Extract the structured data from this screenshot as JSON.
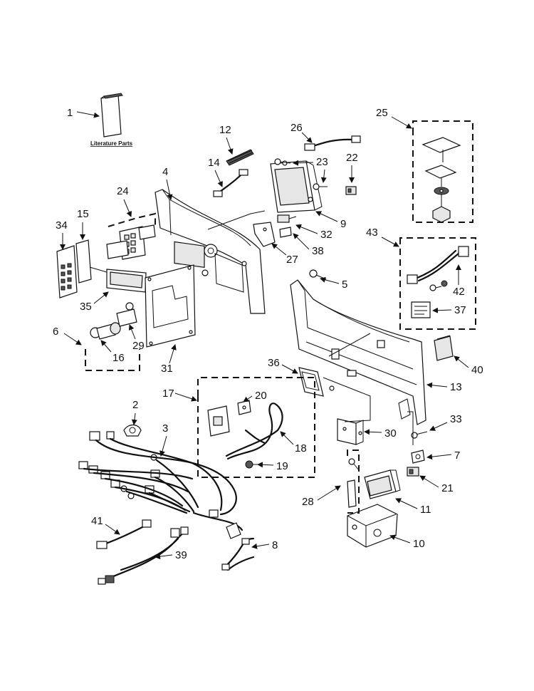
{
  "literature_label": "Literature Parts",
  "callouts": [
    "1",
    "2",
    "3",
    "4",
    "5",
    "6",
    "7",
    "8",
    "9",
    "10",
    "11",
    "12",
    "13",
    "14",
    "15",
    "16",
    "17",
    "18",
    "19",
    "20",
    "21",
    "22",
    "23",
    "24",
    "25",
    "26",
    "27",
    "28",
    "29",
    "30",
    "31",
    "32",
    "33",
    "34",
    "35",
    "36",
    "37",
    "38",
    "39",
    "40",
    "41",
    "42",
    "43"
  ],
  "colors": {
    "line": "#111111",
    "fill": "#ffffff",
    "shade": "#e6e6e6"
  }
}
